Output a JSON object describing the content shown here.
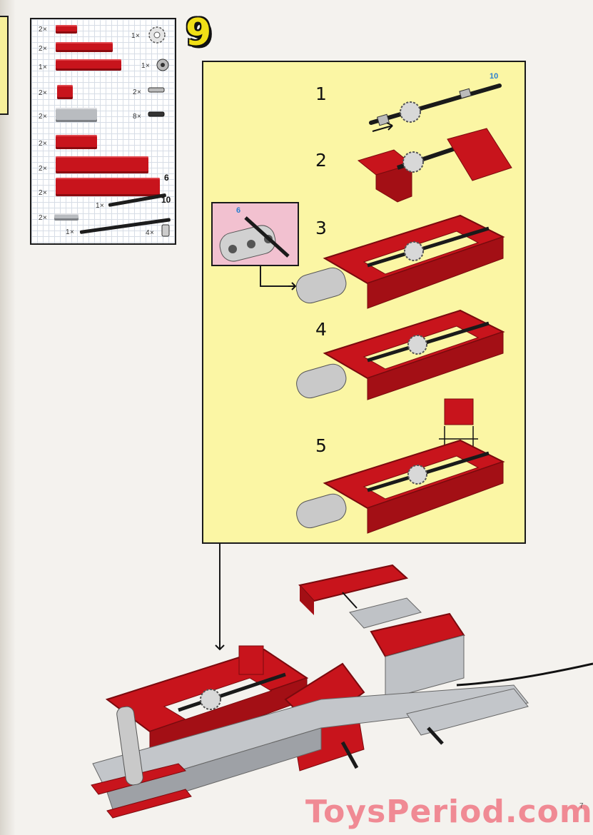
{
  "instruction": {
    "step_number": "9",
    "substeps": [
      "1",
      "2",
      "3",
      "4",
      "5"
    ],
    "callout_axle_length": "6",
    "substep1_axle_length": "10"
  },
  "parts_list": {
    "rows": [
      {
        "qty": "2×",
        "kind": "red-brick-1x2"
      },
      {
        "qty": "2×",
        "kind": "red-brick-1x6"
      },
      {
        "qty": "1×",
        "kind": "red-brick-1x8"
      },
      {
        "qty": "2×",
        "kind": "red-brick-1x1"
      },
      {
        "qty": "2×",
        "kind": "grey-brick-1x4"
      },
      {
        "qty": "2×",
        "kind": "red-brick-1x4"
      },
      {
        "qty": "2×",
        "kind": "red-brick-1x10"
      },
      {
        "qty": "2×",
        "kind": "red-brick-1x12"
      },
      {
        "qty": "2×",
        "kind": "grey-plate"
      },
      {
        "qty": "1×",
        "kind": "axle-10"
      }
    ],
    "right_items": [
      {
        "qty": "1×",
        "kind": "gear-icon"
      },
      {
        "qty": "1×",
        "kind": "bush-icon"
      },
      {
        "qty": "2×",
        "kind": "pin-icon"
      },
      {
        "qty": "8×",
        "kind": "connector-pin-icon"
      },
      {
        "qty": "1×",
        "kind": "axle-6"
      },
      {
        "qty": "4×",
        "kind": "half-bush-icon"
      }
    ],
    "axle_labels": [
      "6",
      "10"
    ]
  },
  "footer": {
    "watermark": "ToysPeriod.com",
    "page_number": "7"
  },
  "colors": {
    "panel_yellow": "#fbf6a4",
    "callout_pink": "#f2c1d0",
    "brick_red": "#c8141c",
    "brick_grey": "#b9bcc0",
    "step_yellow": "#f1df16"
  }
}
